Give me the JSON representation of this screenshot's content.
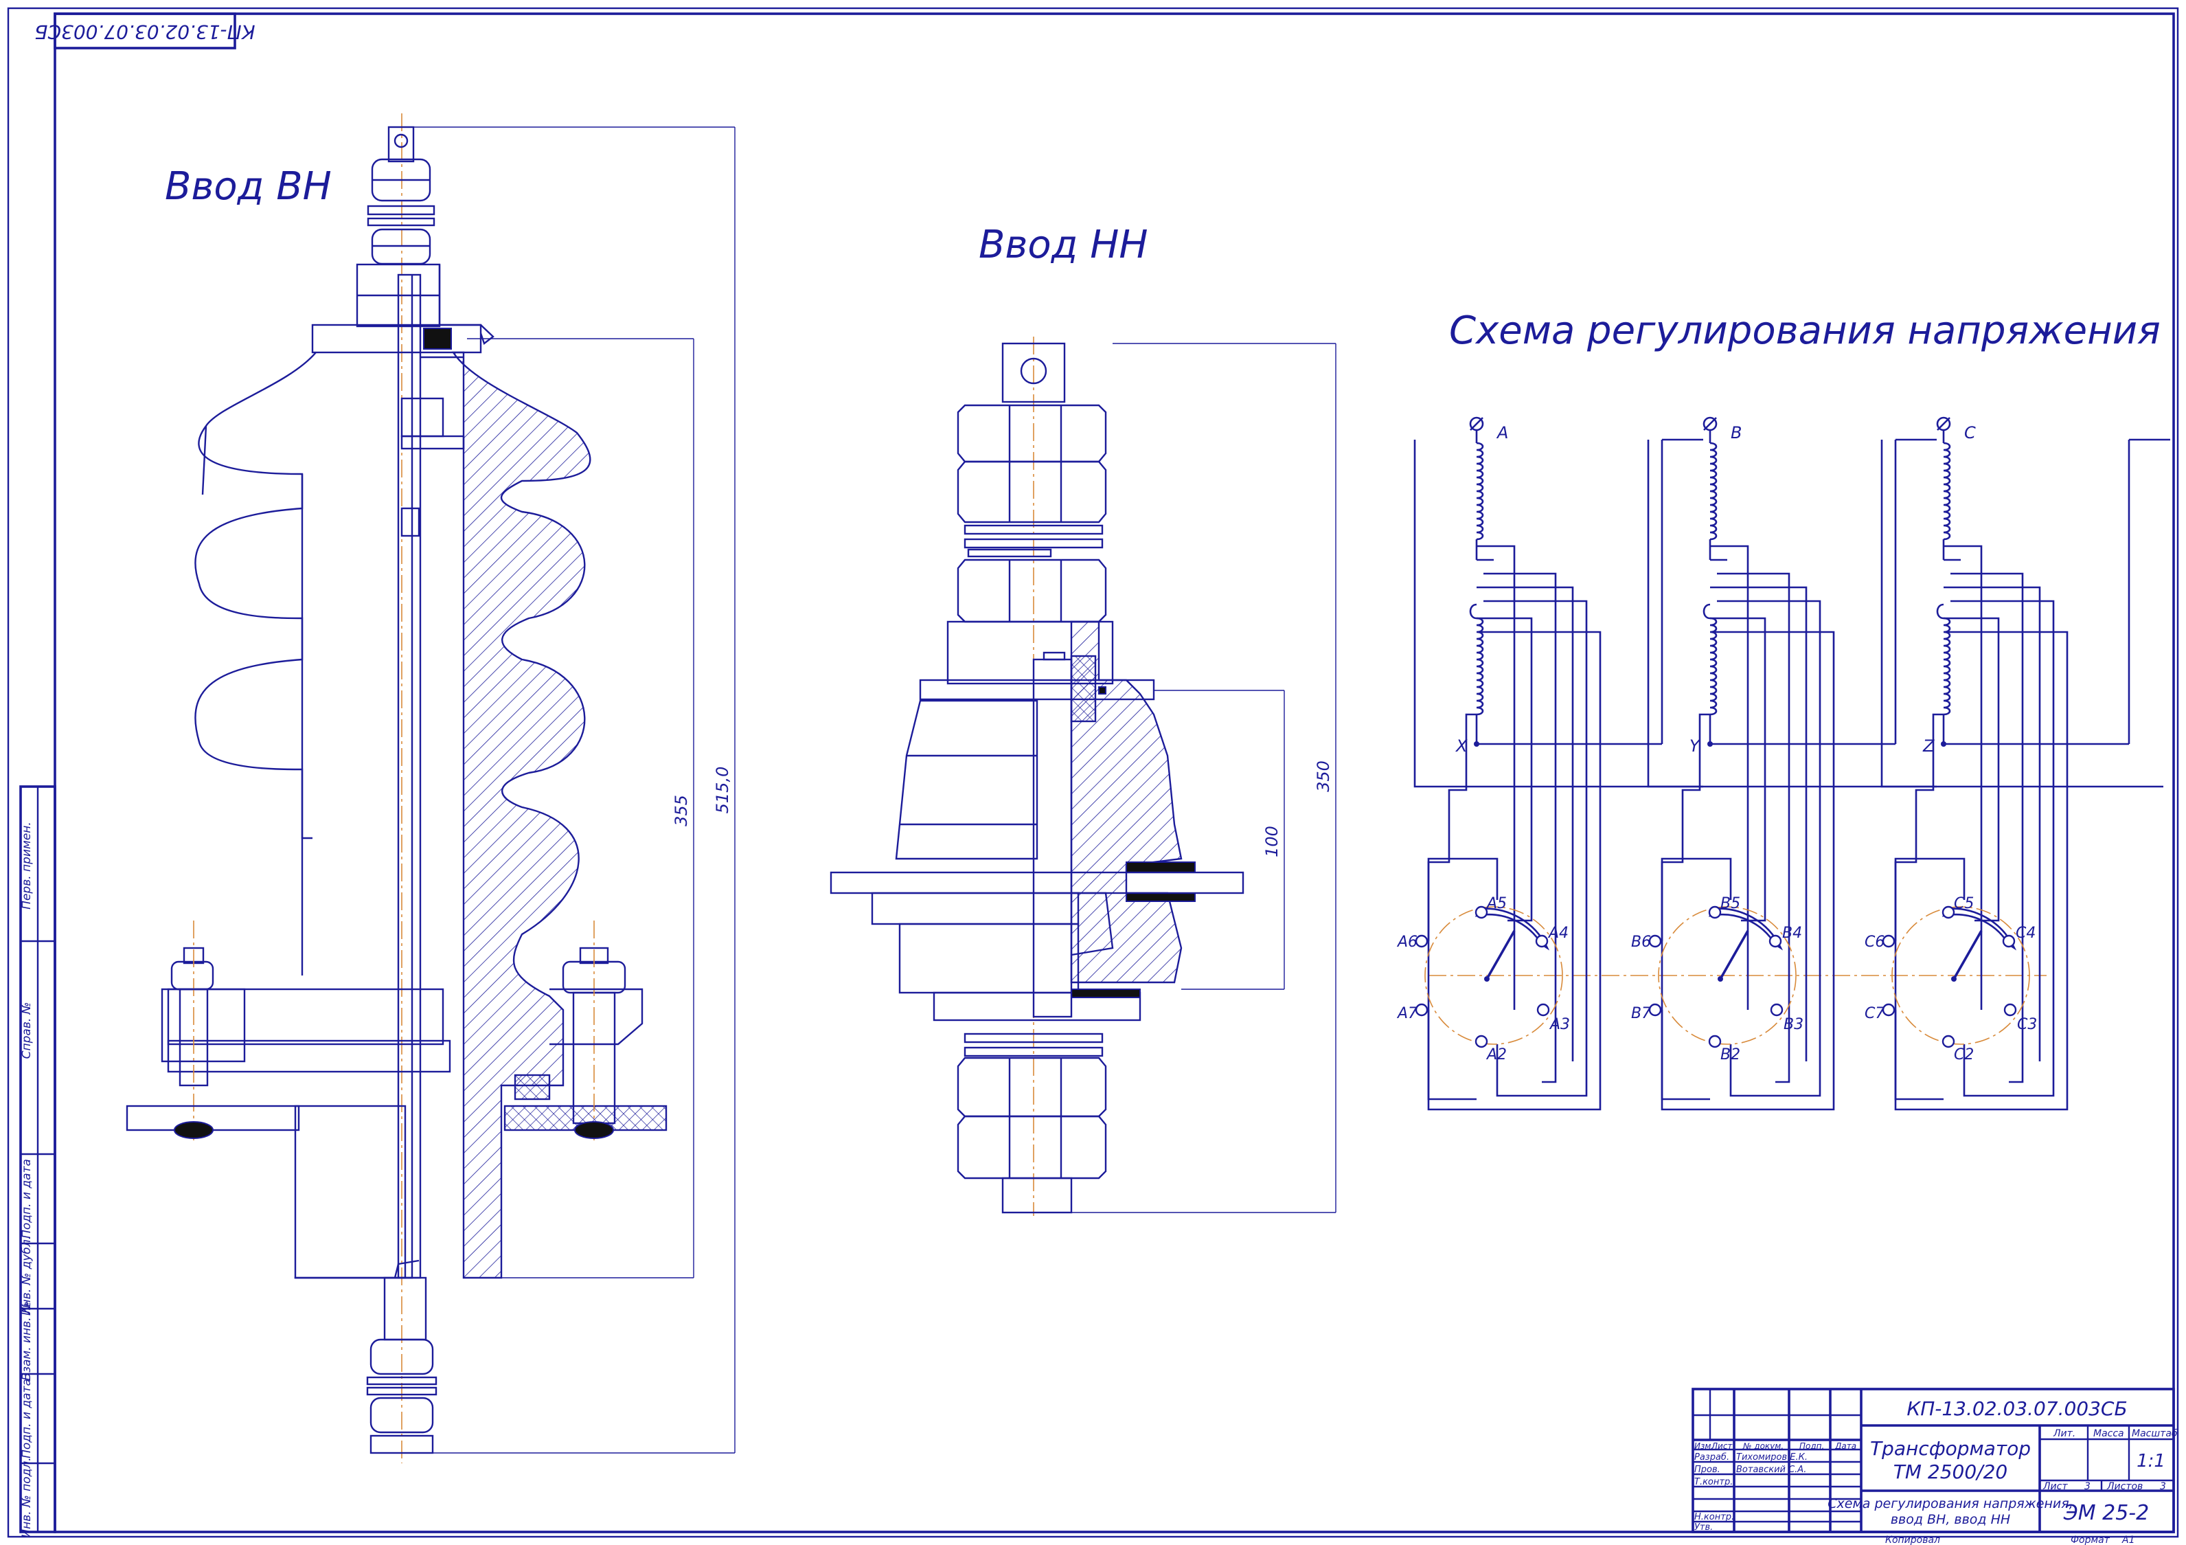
{
  "drawing": {
    "stamp_rotated": "КП-13.02.03.07.003СБ",
    "hv_bushing_title": "Ввод ВН",
    "lv_bushing_title": "Ввод НН",
    "scheme_title": "Схема регулирования напряжения",
    "dims": {
      "hv_355": "355",
      "hv_5150": "515,0",
      "lv_100": "100",
      "lv_350": "350"
    },
    "phases": [
      {
        "terminal": "A",
        "neutral": "X",
        "taps": [
          "A5",
          "A4",
          "A3",
          "A2",
          "A7",
          "A6"
        ]
      },
      {
        "terminal": "B",
        "neutral": "Y",
        "taps": [
          "B5",
          "B4",
          "B3",
          "B2",
          "B7",
          "B6"
        ]
      },
      {
        "terminal": "C",
        "neutral": "Z",
        "taps": [
          "C5",
          "C4",
          "C3",
          "C2",
          "C7",
          "C6"
        ]
      }
    ]
  },
  "side_strip": [
    "Перв. примен.",
    "Справ. №",
    "Подп. и дата",
    "Инв. № дубл.",
    "Взам. инв. №",
    "Подп. и дата",
    "Инв. № подл."
  ],
  "title_block": {
    "doc_code": "КП-13.02.03.07.003СБ",
    "title_line1": "Трансформатор",
    "title_line2": "ТМ 2500/20",
    "sub_line1": "Схема регулирования напряжения,",
    "sub_line2": "ввод ВН, ввод НН",
    "col_izm": "Изм.",
    "col_list": "Лист",
    "col_doc": "№ докум.",
    "col_podp": "Подп.",
    "col_data": "Дата",
    "row_razrab": "Разраб.",
    "row_prov": "Пров.",
    "row_tkontr": "Т.контр.",
    "row_nkontr": "Н.контр.",
    "row_utv": "Утв.",
    "name_razrab": "Тихомиров Е.К.",
    "name_prov": "Вотавский С.А.",
    "lit": "Лит.",
    "massa": "Масса",
    "masshtab": "Масштаб",
    "scale_value": "1:1",
    "sheet_label": "Лист",
    "sheet_value": "3",
    "sheets_label": "Листов",
    "sheets_value": "3",
    "org": "ЭМ 25-2",
    "kopiroval": "Копировал",
    "format": "Формат",
    "format_value": "А1"
  }
}
